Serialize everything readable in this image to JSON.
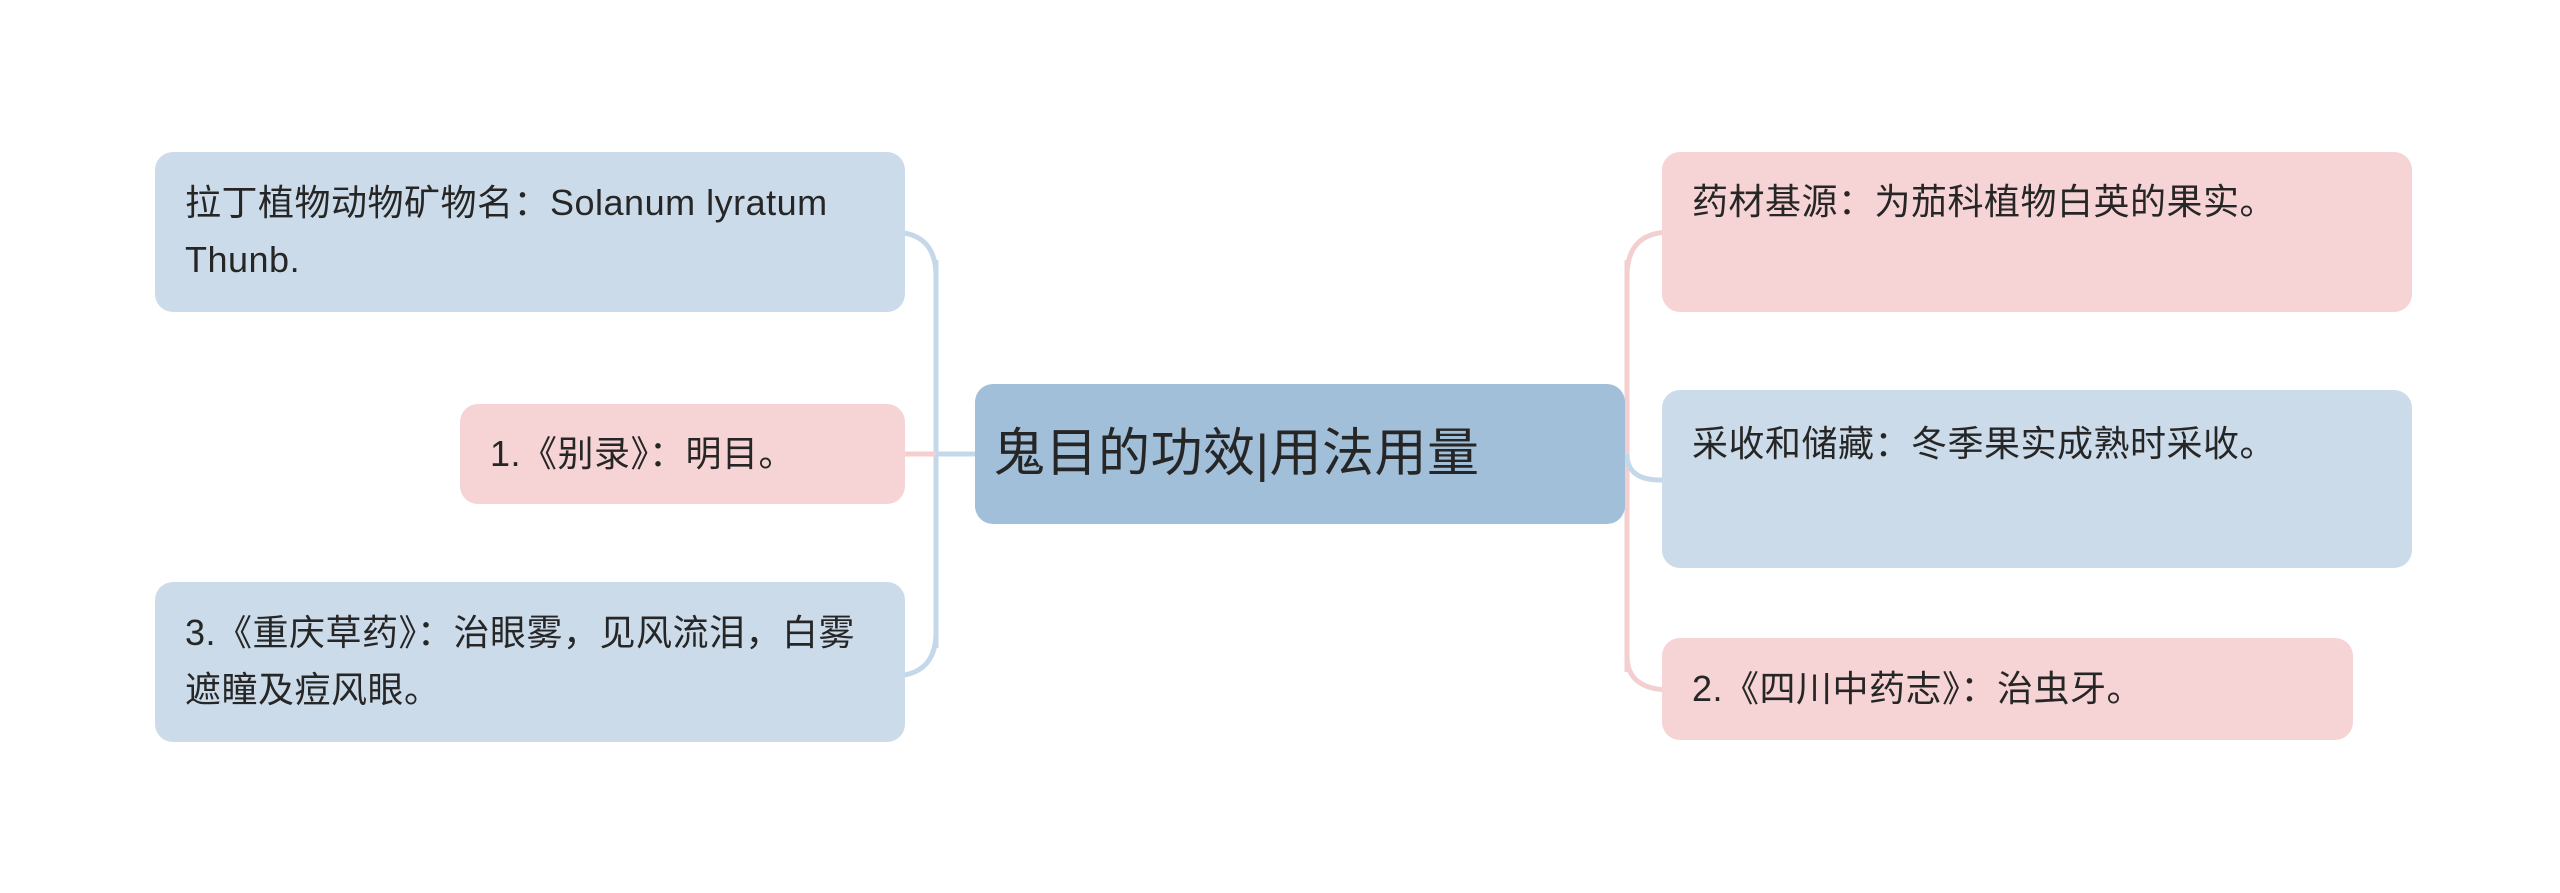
{
  "diagram": {
    "type": "mindmap",
    "title": "鬼目的功效|用法用量",
    "colors": {
      "node_blue": "#ccdbe9",
      "node_pink": "#f6d3d4",
      "node_root": "#a1bfd9",
      "edge_blue": "#c5d8ea",
      "edge_pink": "#f3cfd0",
      "text": "#262626",
      "background": "#ffffff"
    },
    "root": {
      "label": "鬼目的功效|用法用量",
      "color": "root-blue"
    },
    "branches": {
      "left": [
        {
          "id": "latin-name",
          "label": "拉丁植物动物矿物名：Solanum lyratum Thunb.",
          "color": "blue"
        },
        {
          "id": "bielu",
          "label": "1.《别录》：明目。",
          "color": "pink"
        },
        {
          "id": "chongqing-herb",
          "label": "3.《重庆草药》：治眼雾，见风流泪，白雾遮瞳及痘风眼。",
          "color": "blue"
        }
      ],
      "right": [
        {
          "id": "source",
          "label": "药材基源：为茄科植物白英的果实。",
          "color": "pink"
        },
        {
          "id": "harvest",
          "label": "采收和储藏：冬季果实成熟时采收。",
          "color": "blue"
        },
        {
          "id": "sichuan",
          "label": "2.《四川中药志》：治虫牙。",
          "color": "pink"
        }
      ]
    }
  }
}
